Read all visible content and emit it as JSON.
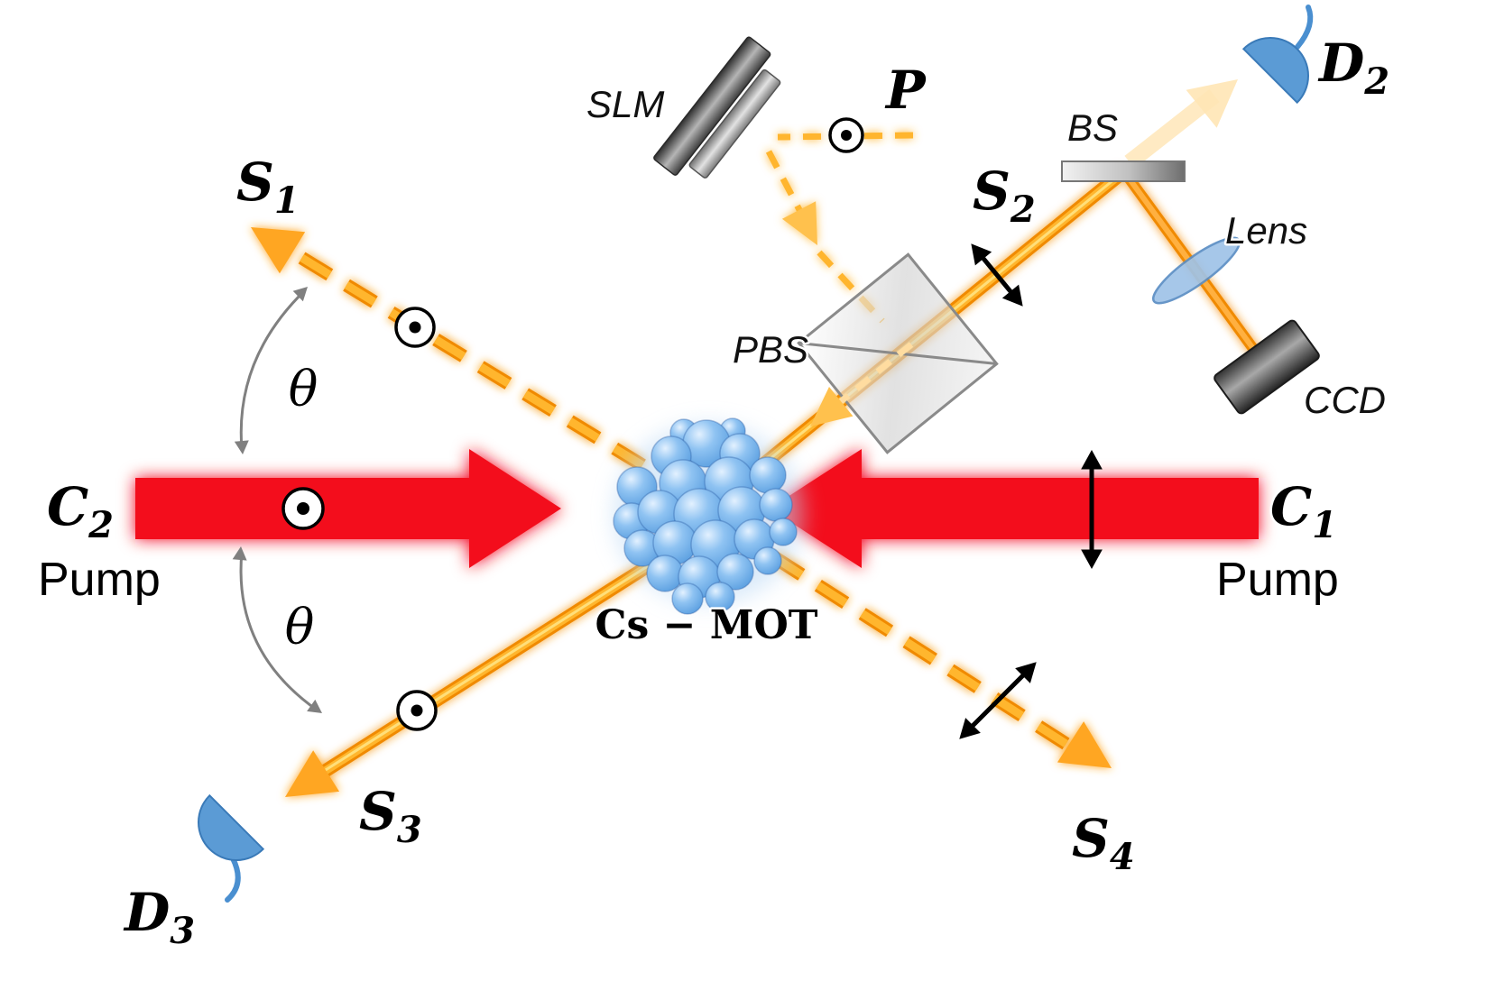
{
  "labels": {
    "s1": {
      "m": "S",
      "sub": "1"
    },
    "s2": {
      "m": "S",
      "sub": "2"
    },
    "s3": {
      "m": "S",
      "sub": "3"
    },
    "s4": {
      "m": "S",
      "sub": "4"
    },
    "c1": {
      "m": "C",
      "sub": "1"
    },
    "c2": {
      "m": "C",
      "sub": "2"
    },
    "d2": {
      "m": "D",
      "sub": "2"
    },
    "d3": {
      "m": "D",
      "sub": "3"
    },
    "p": "P",
    "slm": "SLM",
    "bs": "BS",
    "pbs": "PBS",
    "lens": "Lens",
    "ccd": "CCD",
    "mot": "Cs − MOT",
    "pump_left": "Pump",
    "pump_right": "Pump",
    "theta_upper": "θ",
    "theta_lower": "θ"
  },
  "icons": {
    "odot_polarization": "⊙ circle-with-dot (out-of-plane polarization)",
    "inplane_polarization": "double-headed arrow (in-plane polarization)",
    "detector": "blue half-dome photodetector with wire"
  },
  "beams": [
    {
      "label": "C2",
      "caption": "Pump",
      "style": "solid-red-arrow",
      "direction": "left-to-right into MOT"
    },
    {
      "label": "C1",
      "caption": "Pump",
      "style": "solid-red-arrow",
      "direction": "right-to-left into MOT"
    },
    {
      "label": "S1",
      "style": "dashed-orange-arrow",
      "direction": "up-left from MOT"
    },
    {
      "label": "S2",
      "style": "solid-orange",
      "direction": "up-right from MOT through PBS to BS, then to D2 and Lens/CCD"
    },
    {
      "label": "S3",
      "style": "solid-orange-arrow",
      "direction": "down-left from MOT to detector D3"
    },
    {
      "label": "S4",
      "style": "dashed-orange-arrow",
      "direction": "down-right from MOT"
    },
    {
      "label": "P",
      "style": "dashed-orange",
      "direction": "horizontal into SLM, reflected down through PBS toward MOT"
    }
  ],
  "colors": {
    "pump_red": "#F3111B",
    "beam_orange": "#F08A00",
    "beam_orange_light": "#FFB62E",
    "beam_core_yellow": "#FFDF7A",
    "beam_faint": "#FFE6B5",
    "detector_blue": "#5B9BD5",
    "atoms_blue": "#5FA5E8",
    "component_gray": "#9A9A9A",
    "annotation_black": "#000000",
    "arc_gray": "#808080",
    "background": "#FFFFFF"
  }
}
